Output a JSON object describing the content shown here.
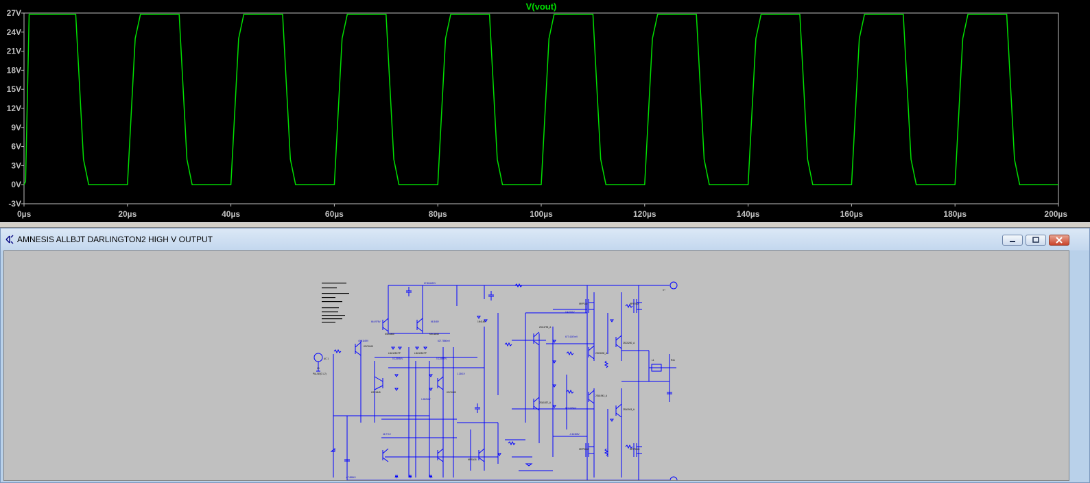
{
  "plot": {
    "trace_name": "V(vout)",
    "trace_color": "#00e000",
    "background_color": "#000000",
    "axis_color": "#c0c0c0"
  },
  "schematic": {
    "window_title": "AMNESIS ALLBJT DARLINGTON2 HIGH V OUTPUT",
    "wire_color": "#0000ff"
  },
  "chart_data": {
    "type": "line",
    "title": "V(vout)",
    "xlabel": "",
    "ylabel": "",
    "x_unit": "µs",
    "y_unit": "V",
    "xlim": [
      0,
      200
    ],
    "ylim": [
      -3,
      27
    ],
    "x_ticks": [
      "0µs",
      "20µs",
      "40µs",
      "60µs",
      "80µs",
      "100µs",
      "120µs",
      "140µs",
      "160µs",
      "180µs",
      "200µs"
    ],
    "y_ticks": [
      "27V",
      "24V",
      "21V",
      "18V",
      "15V",
      "12V",
      "9V",
      "6V",
      "3V",
      "0V",
      "-3V"
    ],
    "grid": false,
    "series": [
      {
        "name": "V(vout)",
        "x": [
          0,
          0.3,
          1,
          10,
          11.5,
          12.5,
          20,
          21.5,
          22.5,
          30,
          31.5,
          32.5,
          40,
          41.5,
          42.5,
          50,
          51.5,
          52.5,
          60,
          61.5,
          62.5,
          70,
          71.5,
          72.5,
          80,
          81.5,
          82.5,
          90,
          91.5,
          92.5,
          100,
          101.5,
          102.5,
          110,
          111.5,
          112.5,
          120,
          121.5,
          122.5,
          130,
          131.5,
          132.5,
          140,
          141.5,
          142.5,
          150,
          151.5,
          152.5,
          160,
          161.5,
          162.5,
          170,
          171.5,
          172.5,
          180,
          181.5,
          182.5,
          190,
          191.5,
          192.5,
          200
        ],
        "y": [
          0,
          0.5,
          26.8,
          26.8,
          4,
          0,
          0,
          23,
          26.8,
          26.8,
          4,
          0,
          0,
          23,
          26.8,
          26.8,
          4,
          0,
          0,
          23,
          26.8,
          26.8,
          4,
          0,
          0,
          23,
          26.8,
          26.8,
          4,
          0,
          0,
          23,
          26.8,
          26.8,
          4,
          0,
          0,
          23,
          26.8,
          26.8,
          4,
          0,
          0,
          23,
          26.8,
          26.8,
          4,
          0,
          0,
          23,
          26.8,
          26.8,
          4,
          0,
          0,
          23,
          26.8,
          26.8,
          4,
          0,
          0
        ]
      }
    ]
  }
}
